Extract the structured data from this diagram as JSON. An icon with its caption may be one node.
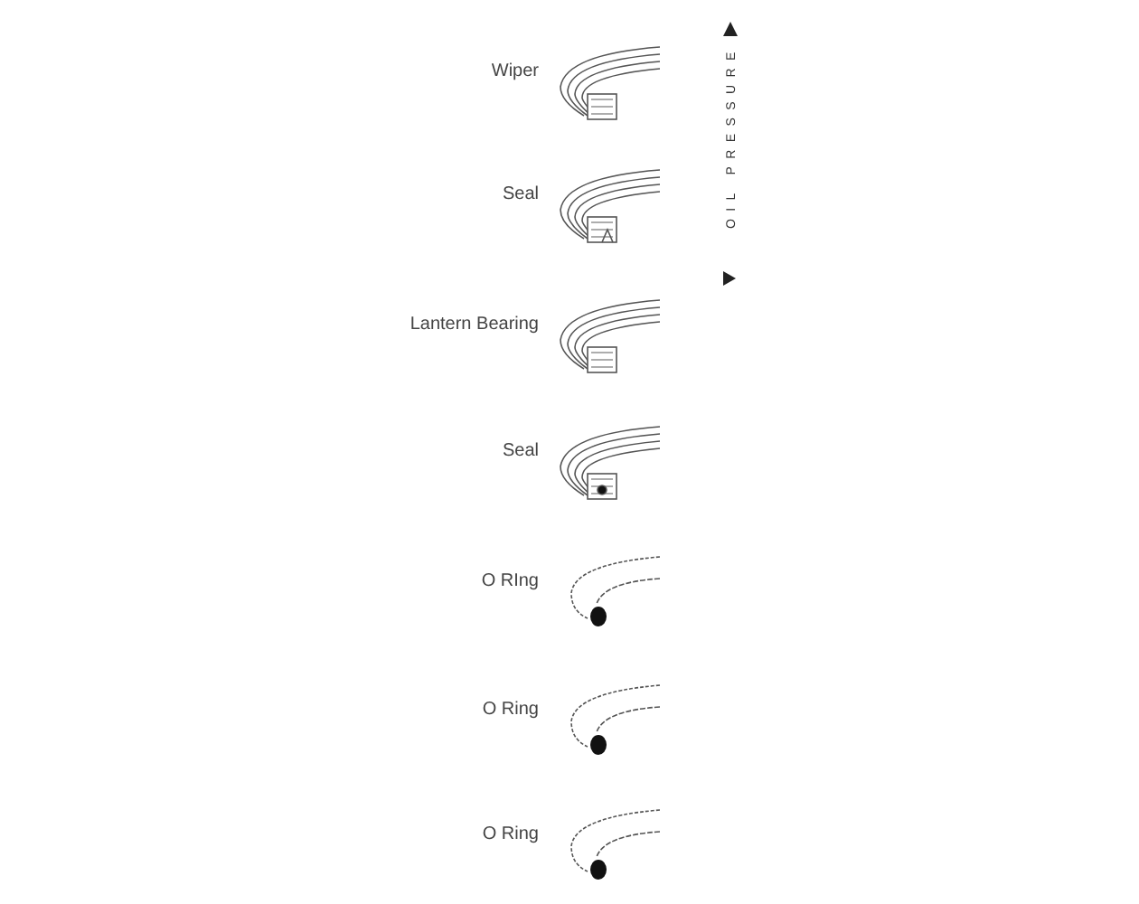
{
  "diagram": {
    "labels": [
      "Wiper",
      "Seal",
      "Lantern Bearing",
      "Seal",
      "O RIng",
      "O Ring",
      "O Ring",
      "OIL PRESSURE"
    ]
  }
}
